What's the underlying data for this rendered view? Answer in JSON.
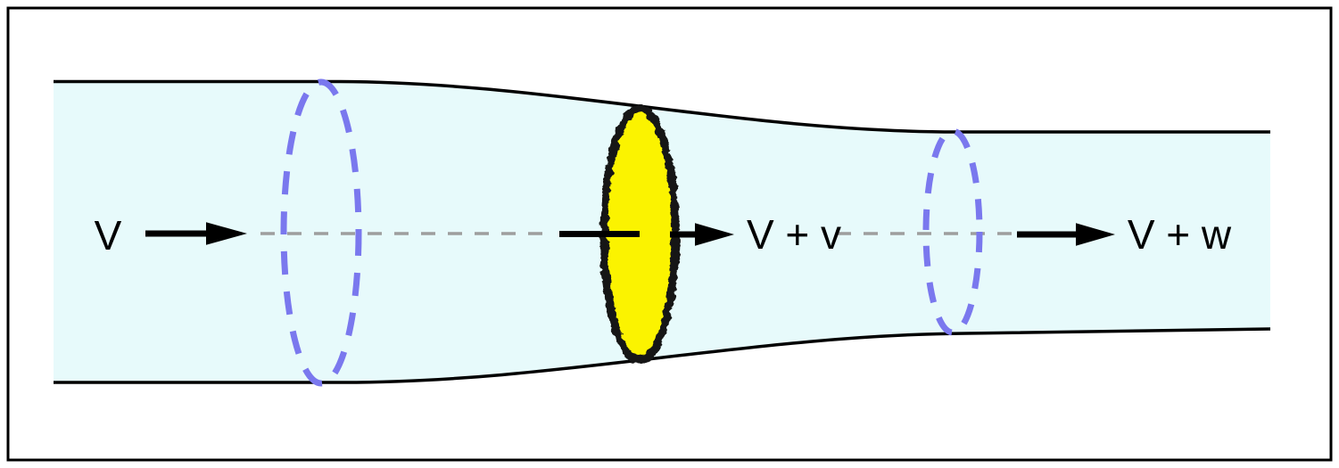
{
  "diagram": {
    "labels": {
      "freestream": "V",
      "at_disk": "V + v",
      "downstream": "V + w"
    },
    "colors": {
      "background": "#FFFFFF",
      "frame_stroke": "#000000",
      "tube_fill": "#E7FAFB",
      "tube_stroke": "#000000",
      "centerline_stroke": "#9E9E9E",
      "station_ring_stroke": "#7A78EE",
      "disk_fill": "#FBF300",
      "disk_stroke": "#161616",
      "arrow_color": "#000000"
    }
  }
}
